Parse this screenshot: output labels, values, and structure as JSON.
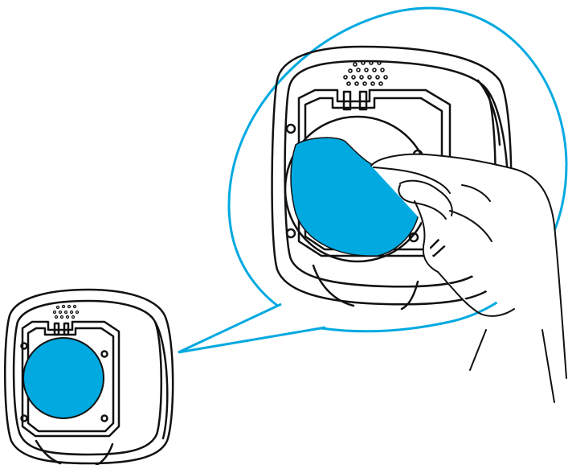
{
  "illustration": {
    "subject": "device-back-adhesive-removal",
    "colors": {
      "accent": "#00A9E0",
      "outline": "#111111",
      "background": "#FFFFFF"
    },
    "icons": [
      "callout-bubble",
      "device-small",
      "device-large",
      "adhesive-pad",
      "hand"
    ]
  }
}
